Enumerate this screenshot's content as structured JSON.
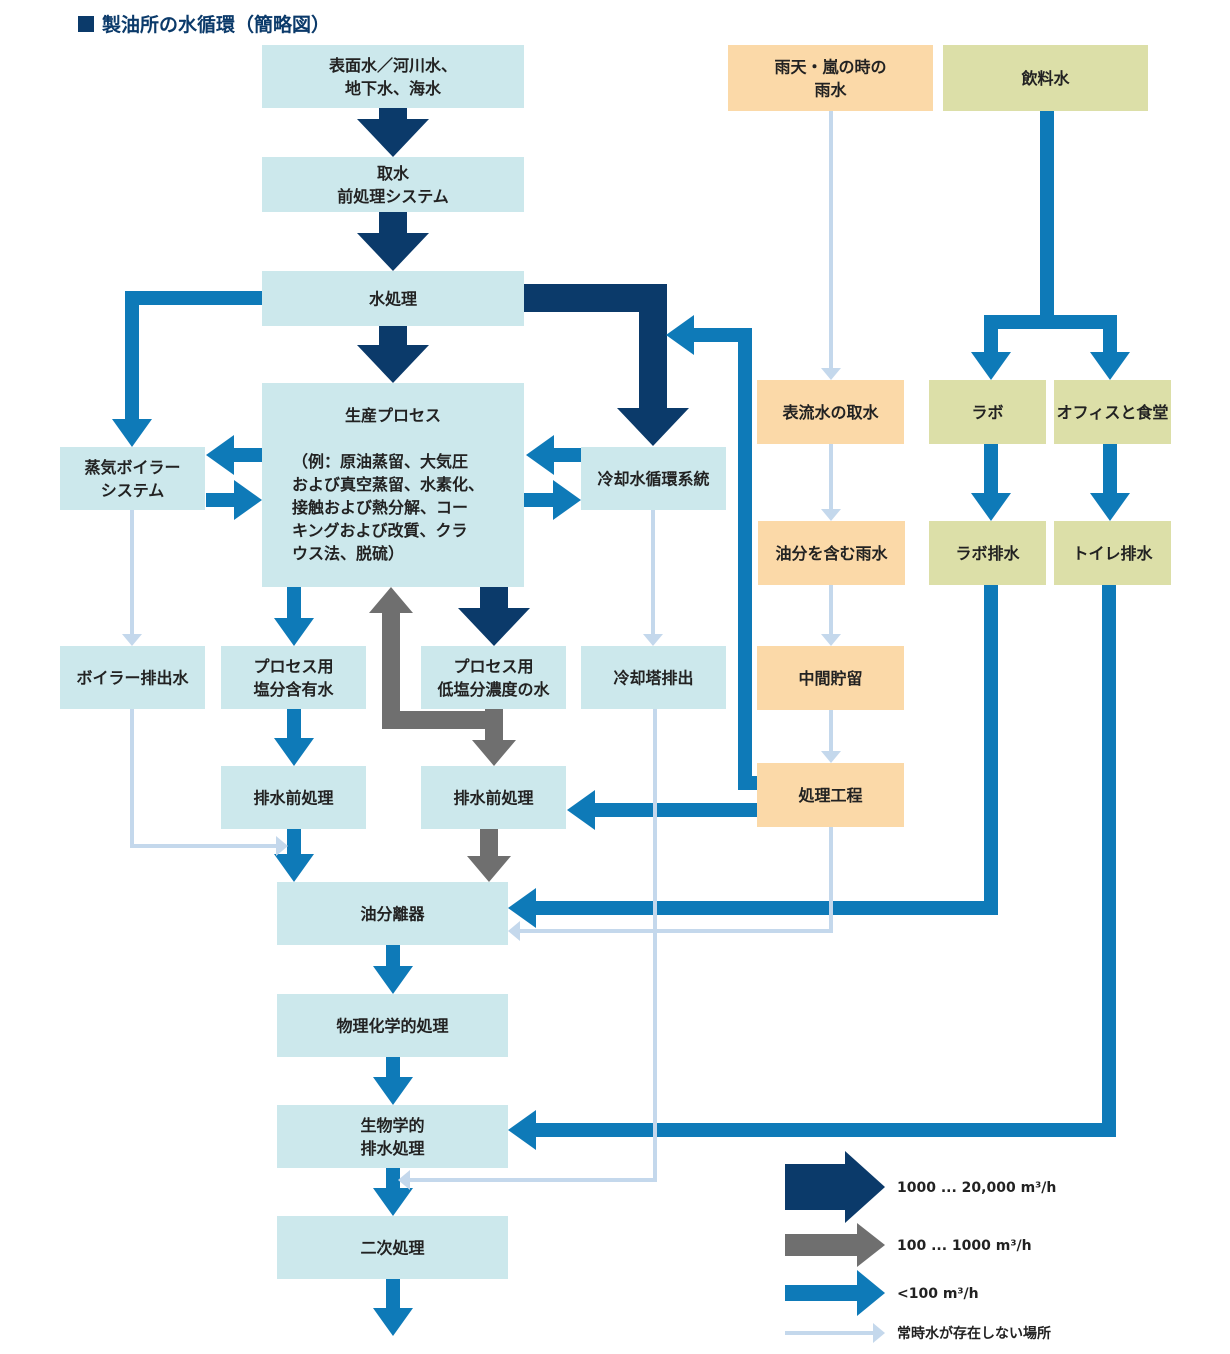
{
  "title": "製油所の水循環（簡略図）",
  "colors": {
    "flow_large": "#0b3a6a",
    "flow_medium": "#6f6f6f",
    "flow_small": "#0e7ab8",
    "flow_intermittent": "#c4d8ec",
    "box_blue": "#cce8ec",
    "box_orange": "#fbd9a8",
    "box_green": "#dcdfa8"
  },
  "nodes": {
    "source": {
      "lines": [
        "表面水／河川水、",
        "地下水、海水"
      ]
    },
    "intake": {
      "lines": [
        "取水",
        "前処理システム"
      ]
    },
    "water_treatment": {
      "lines": [
        "水処理"
      ]
    },
    "production": {
      "lines": [
        "生産プロセス",
        "",
        "（例：原油蒸留、大気圧",
        "および真空蒸留、水素化、",
        "接触および熱分解、コー",
        "キングおよび改質、クラ",
        "ウス法、脱硫）"
      ]
    },
    "boiler": {
      "lines": [
        "蒸気ボイラー",
        "システム"
      ]
    },
    "cooling": {
      "lines": [
        "冷却水循環系統"
      ]
    },
    "boiler_blowdown": {
      "lines": [
        "ボイラー排出水"
      ]
    },
    "process_salty": {
      "lines": [
        "プロセス用",
        "塩分含有水"
      ]
    },
    "process_low_salt": {
      "lines": [
        "プロセス用",
        "低塩分濃度の水"
      ]
    },
    "cooling_blowdown": {
      "lines": [
        "冷却塔排出"
      ]
    },
    "pretreat_1": {
      "lines": [
        "排水前処理"
      ]
    },
    "pretreat_2": {
      "lines": [
        "排水前処理"
      ]
    },
    "oil_separator": {
      "lines": [
        "油分離器"
      ]
    },
    "physchem": {
      "lines": [
        "物理化学的処理"
      ]
    },
    "bio": {
      "lines": [
        "生物学的",
        "排水処理"
      ]
    },
    "secondary": {
      "lines": [
        "二次処理"
      ]
    },
    "rain": {
      "lines": [
        "雨天・嵐の時の",
        "雨水"
      ]
    },
    "surface_intake": {
      "lines": [
        "表流水の取水"
      ]
    },
    "oily_rain": {
      "lines": [
        "油分を含む雨水"
      ]
    },
    "intermediate": {
      "lines": [
        "中間貯留"
      ]
    },
    "treatment_step": {
      "lines": [
        "処理工程"
      ]
    },
    "drinking": {
      "lines": [
        "飲料水"
      ]
    },
    "lab": {
      "lines": [
        "ラボ"
      ]
    },
    "office": {
      "lines": [
        "オフィスと食堂"
      ]
    },
    "lab_waste": {
      "lines": [
        "ラボ排水"
      ]
    },
    "toilet_waste": {
      "lines": [
        "トイレ排水"
      ]
    }
  },
  "legend": [
    {
      "kind": "large",
      "label": "1000 ... 20,000 m³/h"
    },
    {
      "kind": "medium",
      "label": "100 ... 1000 m³/h"
    },
    {
      "kind": "small",
      "label": "<100 m³/h"
    },
    {
      "kind": "intermittent",
      "label": "常時水が存在しない場所"
    }
  ]
}
